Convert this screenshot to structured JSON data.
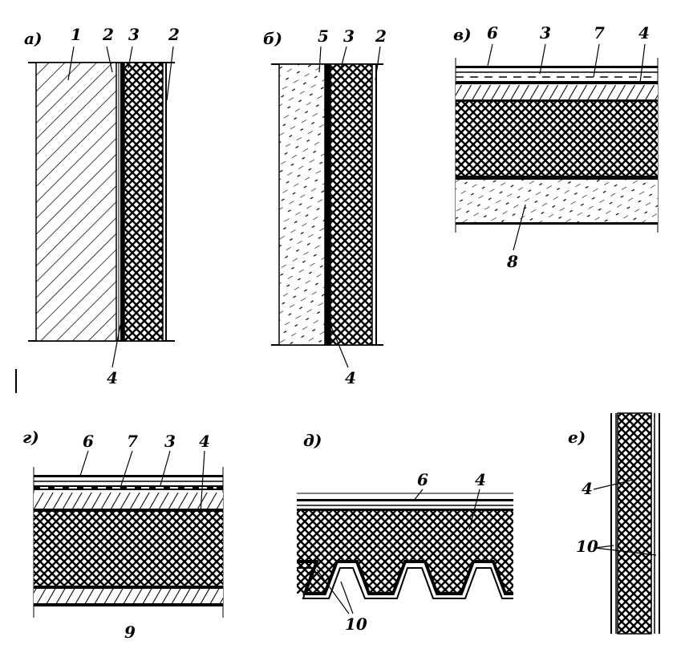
{
  "panels": {
    "a": {
      "letter": "а)",
      "labels": [
        "1",
        "2",
        "3",
        "2",
        "4"
      ]
    },
    "b": {
      "letter": "б)",
      "labels": [
        "5",
        "3",
        "2",
        "4"
      ]
    },
    "v": {
      "letter": "в)",
      "labels": [
        "6",
        "3",
        "7",
        "4",
        "8"
      ]
    },
    "g": {
      "letter": "г)",
      "labels": [
        "6",
        "7",
        "3",
        "4",
        "9"
      ]
    },
    "d": {
      "letter": "д)",
      "labels": [
        "6",
        "4",
        "10"
      ]
    },
    "e": {
      "letter": "е)",
      "labels": [
        "4",
        "10"
      ]
    }
  }
}
